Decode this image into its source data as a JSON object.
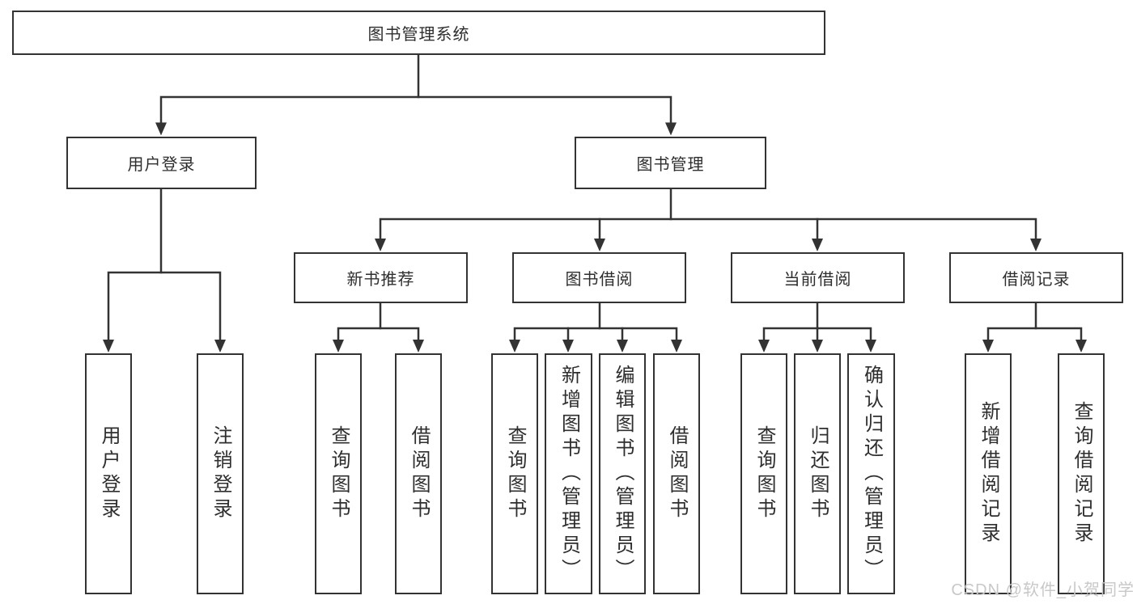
{
  "colors": {
    "line": "#333333",
    "box_border": "#333333",
    "box_fill": "#ffffff",
    "text": "#2e2e2e",
    "watermark": "#c8c8c8"
  },
  "root": {
    "label": "图书管理系统"
  },
  "branches": [
    {
      "label": "用户登录",
      "children": [
        {
          "label": "用户登录"
        },
        {
          "label": "注销登录"
        }
      ]
    },
    {
      "label": "图书管理",
      "groups": [
        {
          "label": "新书推荐",
          "children": [
            {
              "label": "查询图书"
            },
            {
              "label": "借阅图书"
            }
          ]
        },
        {
          "label": "图书借阅",
          "children": [
            {
              "label": "查询图书"
            },
            {
              "label": "新增图书（管理员）"
            },
            {
              "label": "编辑图书（管理员）"
            },
            {
              "label": "借阅图书"
            }
          ]
        },
        {
          "label": "当前借阅",
          "children": [
            {
              "label": "查询图书"
            },
            {
              "label": "归还图书"
            },
            {
              "label": "确认归还（管理员）"
            }
          ]
        },
        {
          "label": "借阅记录",
          "children": [
            {
              "label": "新增借阅记录"
            },
            {
              "label": "查询借阅记录"
            }
          ]
        }
      ]
    }
  ],
  "watermark": {
    "text": "CSDN @软件_小贺同学"
  }
}
